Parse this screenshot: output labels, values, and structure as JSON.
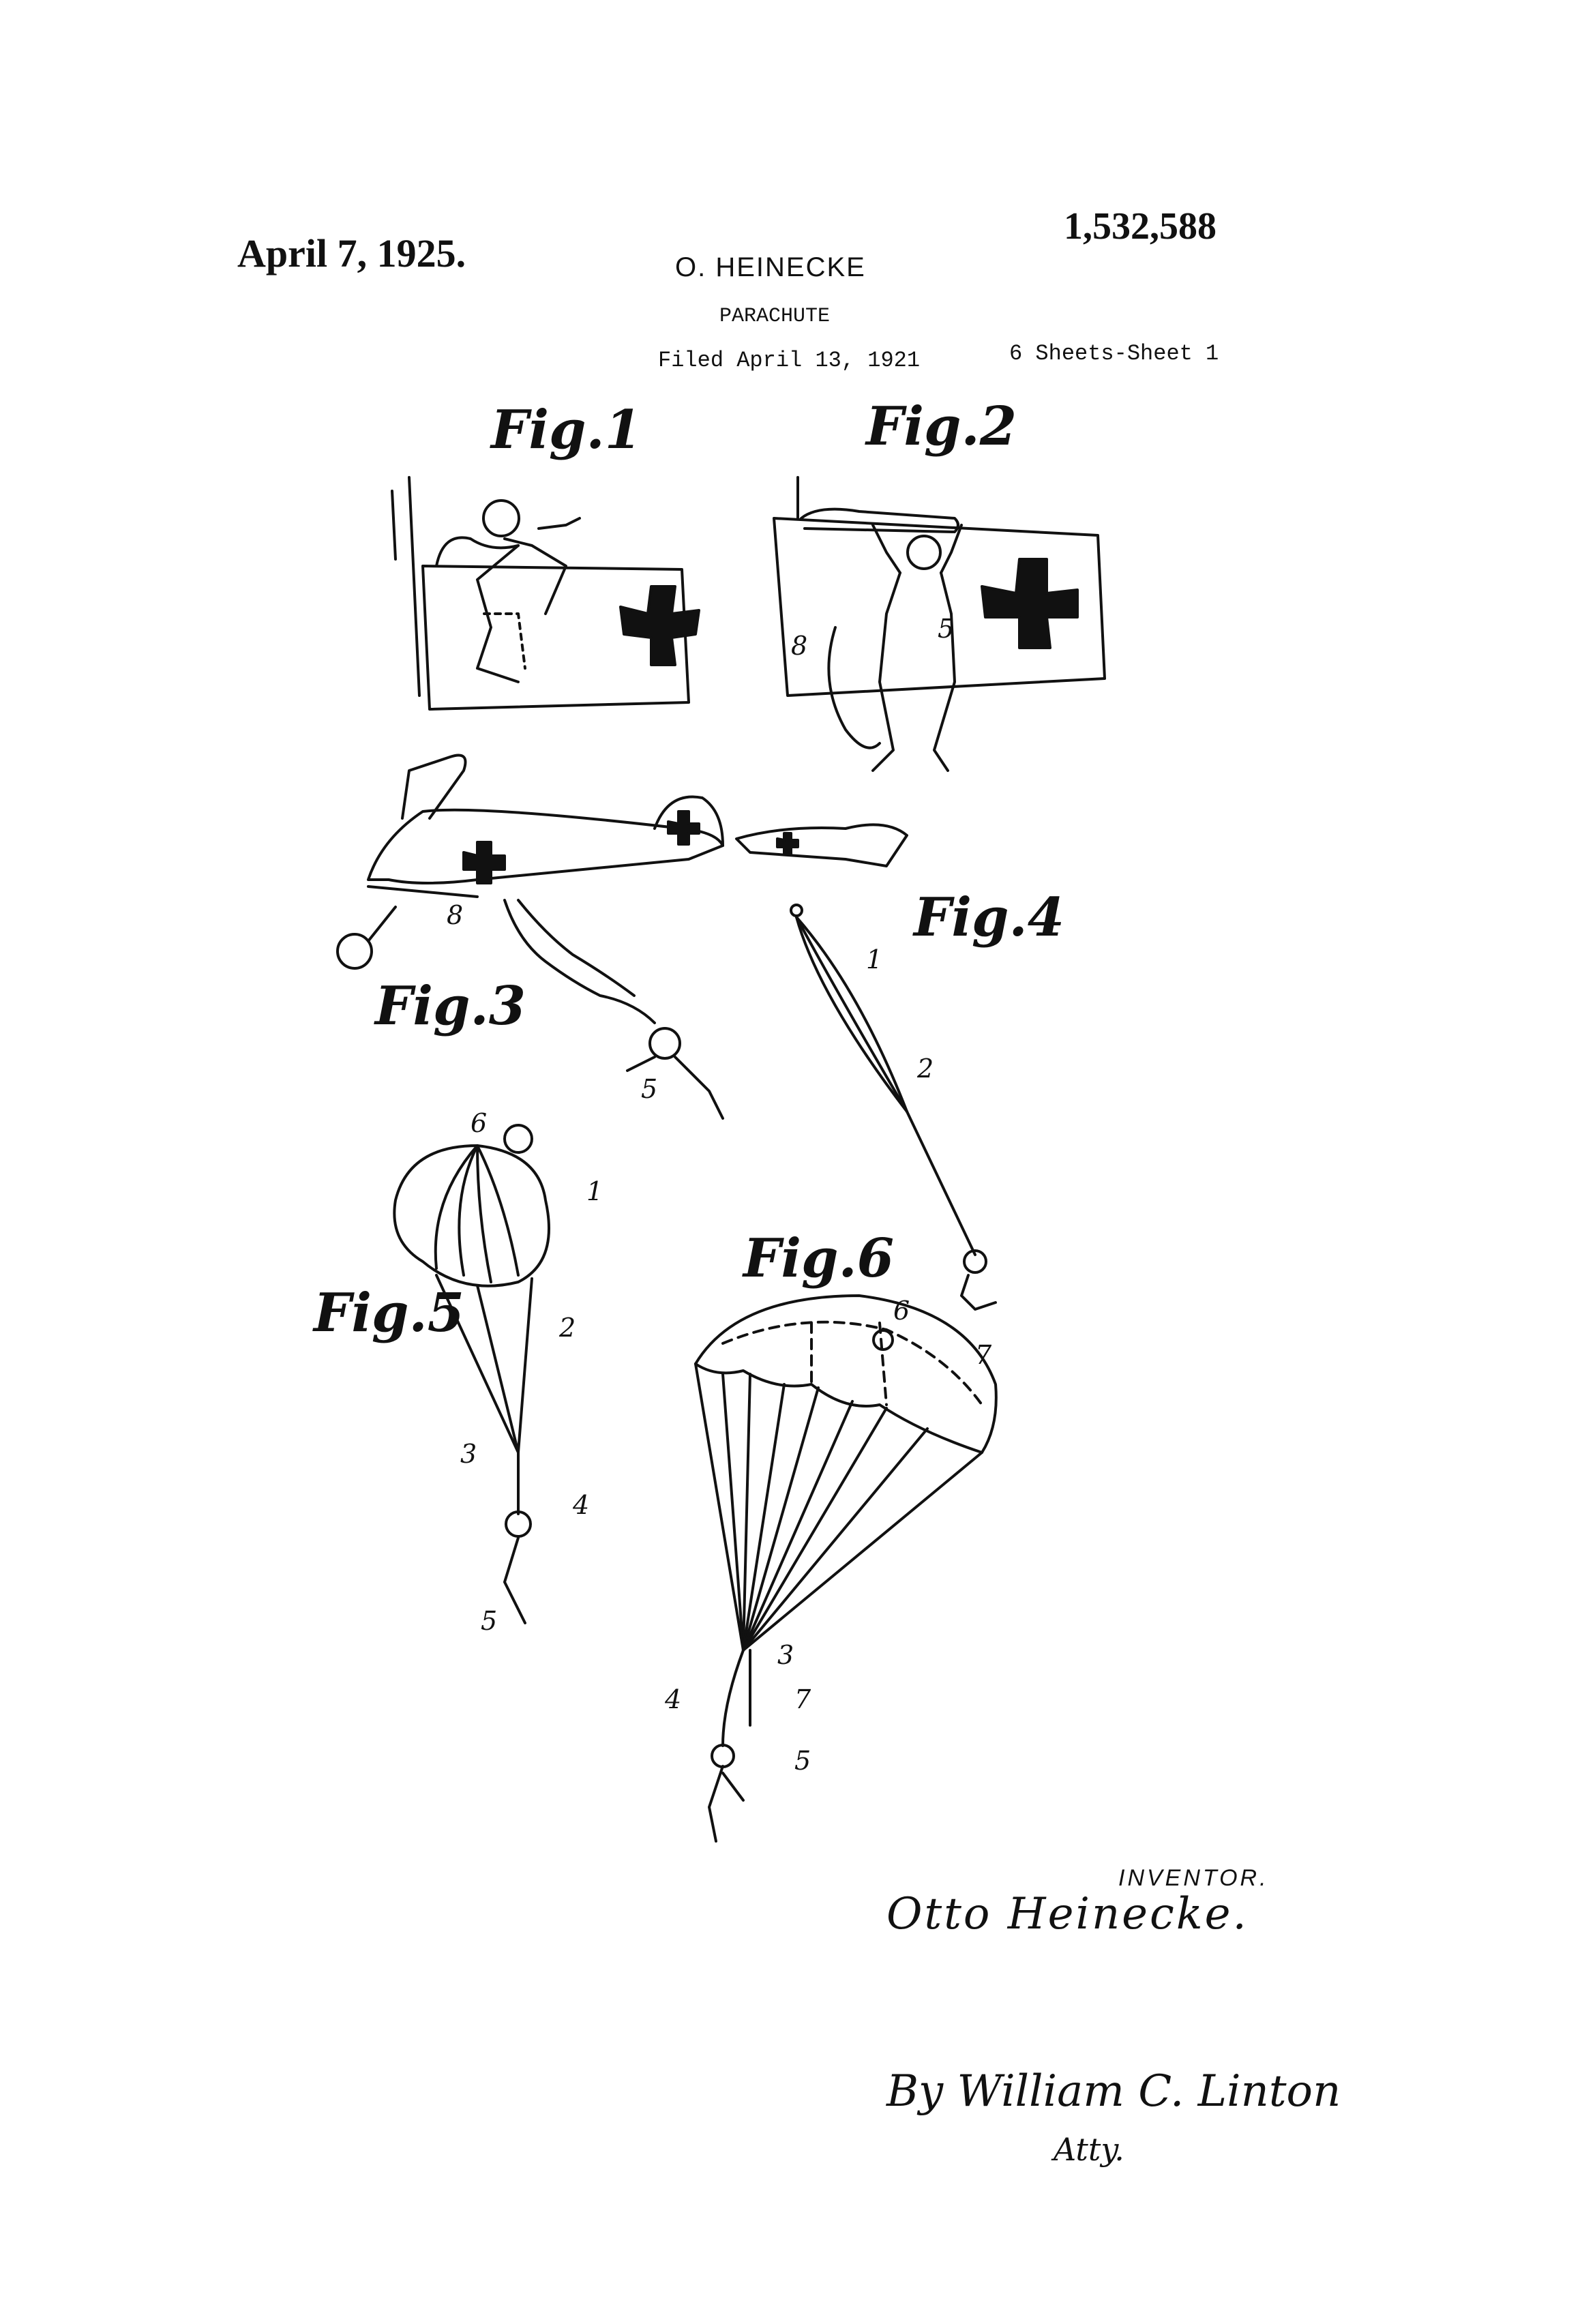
{
  "header": {
    "date": "April 7, 1925.",
    "patent_number": "1,532,588",
    "inventor": "O. HEINECKE",
    "title": "PARACHUTE",
    "filed": "Filed April 13, 1921",
    "sheets": "6 Sheets-Sheet 1"
  },
  "figures": {
    "fig1": "Fig.1",
    "fig2": "Fig.2",
    "fig3": "Fig.3",
    "fig4": "Fig.4",
    "fig5": "Fig.5",
    "fig6": "Fig.6"
  },
  "reference_numerals": {
    "fig2": [
      "8",
      "5"
    ],
    "fig3": [
      "8",
      "5"
    ],
    "fig4": [
      "1",
      "2"
    ],
    "fig5": [
      "6",
      "1",
      "2",
      "3",
      "4",
      "5"
    ],
    "fig6": [
      "6",
      "7",
      "3",
      "4",
      "7",
      "5"
    ]
  },
  "signature_block": {
    "inventor_label": "INVENTOR.",
    "inventor_signature": "Otto Heinecke.",
    "attorney_signature": "By William C. Linton",
    "attorney_label": "Atty."
  }
}
